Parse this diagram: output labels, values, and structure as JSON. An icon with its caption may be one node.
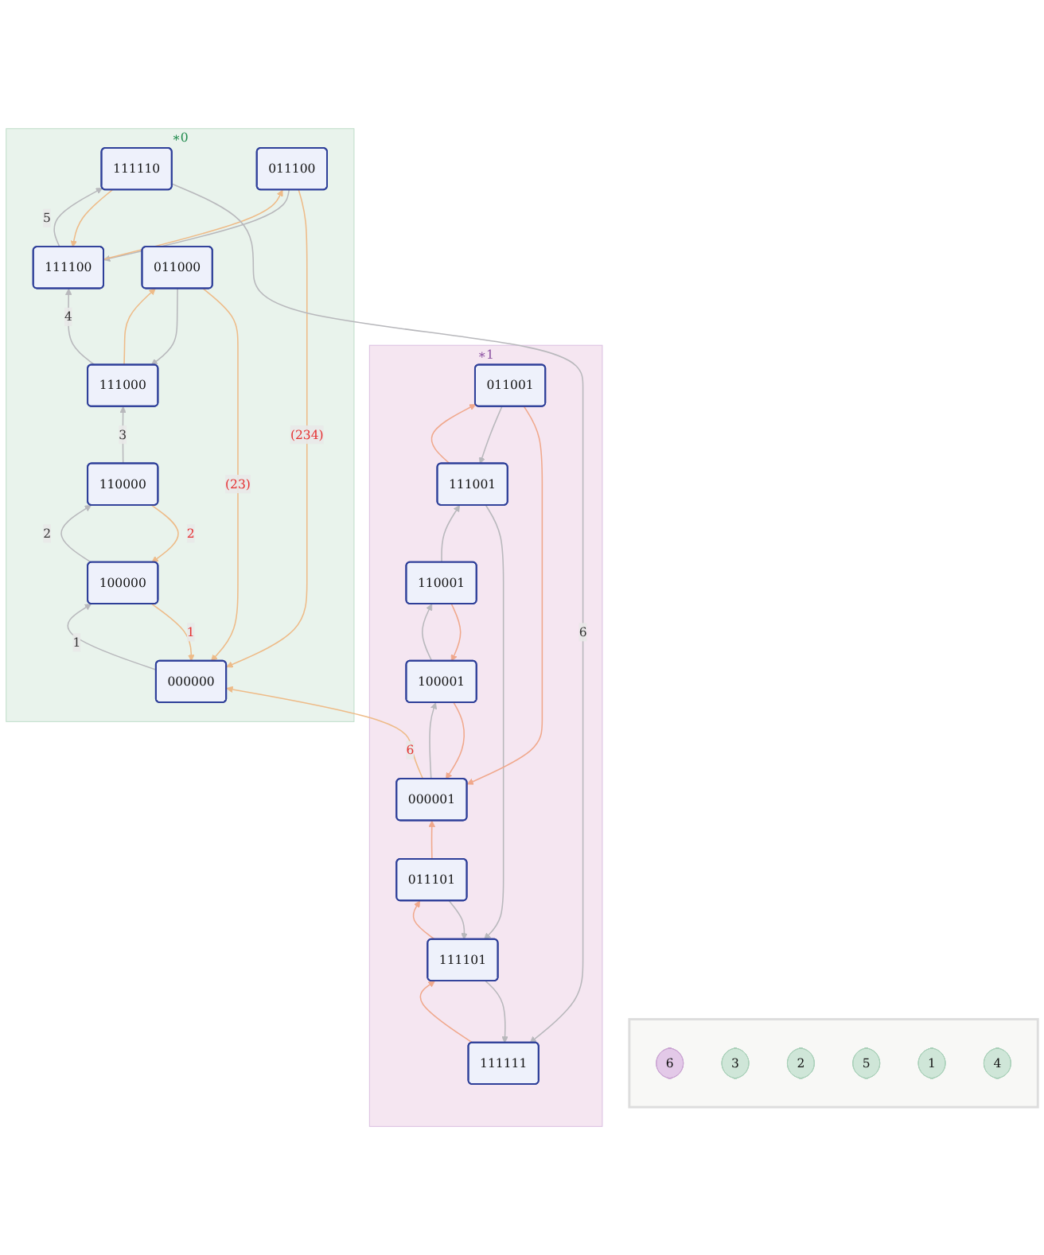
{
  "diagram": {
    "nodes": [
      {
        "text": [],
        "shape": "box"
      },
      {
        "text": [
          "6"
        ],
        "in": 0
      },
      {
        "text": [
          "3"
        ],
        "in": 0
      },
      {
        "text": [
          "2"
        ],
        "in": 0
      },
      {
        "text": [
          "5"
        ],
        "in": 0
      },
      {
        "text": [
          "1"
        ],
        "in": 0
      },
      {
        "text": [
          "4"
        ],
        "in": 0
      },
      {
        "text": [
          "∗1"
        ]
      },
      {
        "text": [
          "111111"
        ],
        "in": 7
      },
      {
        "text": [
          "111101"
        ],
        "in": 7
      },
      {
        "text": [
          "111001"
        ],
        "in": 7
      },
      {
        "text": [
          "011101"
        ],
        "in": 7
      },
      {
        "text": [
          "110001"
        ],
        "in": 7
      },
      {
        "text": [
          "011001"
        ],
        "in": 7
      },
      {
        "text": [
          "100001"
        ],
        "in": 7
      },
      {
        "text": [
          "000001"
        ],
        "in": 7
      },
      {
        "text": [
          "∗0"
        ]
      },
      {
        "text": [
          "111110"
        ],
        "in": 16
      },
      {
        "text": [
          "111100"
        ],
        "in": 16
      },
      {
        "text": [
          "111000"
        ],
        "in": 16
      },
      {
        "text": [
          "011100"
        ],
        "in": 16
      },
      {
        "text": [
          "110000"
        ],
        "in": 16
      },
      {
        "text": [
          "011000"
        ],
        "in": 16
      },
      {
        "text": [
          "100000"
        ],
        "in": 16
      },
      {
        "text": [
          "000000"
        ],
        "in": 16
      }
    ],
    "edges": [
      {
        "from": 24,
        "to": 23,
        "arrow": "to",
        "label": "1"
      },
      {
        "from": 23,
        "to": 21,
        "arrow": "to",
        "label": "2"
      },
      {
        "from": 21,
        "to": 19,
        "arrow": "to",
        "label": "3"
      },
      {
        "from": 22,
        "to": 19,
        "arrow": "to"
      },
      {
        "from": 19,
        "to": 18,
        "arrow": "to",
        "label": "4"
      },
      {
        "from": 20,
        "to": 18,
        "arrow": "to"
      },
      {
        "from": 18,
        "to": 17,
        "arrow": "to",
        "label": "5"
      },
      {
        "from": 23,
        "to": 24,
        "arrow": "to",
        "label": "1",
        "color": "#eebb88"
      },
      {
        "from": 21,
        "to": 23,
        "arrow": "to",
        "label": "2",
        "color": "#eebb88"
      },
      {
        "from": 19,
        "to": 22,
        "arrow": "to",
        "color": "#eebb88"
      },
      {
        "from": 22,
        "to": 24,
        "arrow": "to",
        "label": "(23)",
        "color": "#eebb88"
      },
      {
        "from": 18,
        "to": 20,
        "arrow": "to",
        "color": "#eebb88"
      },
      {
        "from": 20,
        "to": 24,
        "arrow": "to",
        "label": "(234)",
        "color": "#eebb88"
      },
      {
        "from": 17,
        "to": 18,
        "arrow": "to",
        "color": "#eebb88"
      },
      {
        "from": 17,
        "to": 8,
        "arrow": "to",
        "label": "6"
      },
      {
        "from": 15,
        "to": 24,
        "arrow": "to",
        "label": "6",
        "color": "#eebb88"
      },
      {
        "from": 15,
        "to": 14,
        "arrow": "to"
      },
      {
        "from": 14,
        "to": 12,
        "arrow": "to"
      },
      {
        "from": 12,
        "to": 10,
        "arrow": "to"
      },
      {
        "from": 13,
        "to": 10,
        "arrow": "to"
      },
      {
        "from": 10,
        "to": 9,
        "arrow": "to"
      },
      {
        "from": 11,
        "to": 9,
        "arrow": "to"
      },
      {
        "from": 9,
        "to": 8,
        "arrow": "to"
      },
      {
        "from": 8,
        "to": 9,
        "arrow": "to",
        "color": "#f0a88c"
      },
      {
        "from": 9,
        "to": 11,
        "arrow": "to",
        "color": "#f0a88c"
      },
      {
        "from": 11,
        "to": 15,
        "arrow": "to",
        "color": "#f0a88c"
      },
      {
        "from": 10,
        "to": 13,
        "arrow": "to",
        "color": "#f0a88c"
      },
      {
        "from": 13,
        "to": 15,
        "arrow": "to",
        "color": "#f0a88c"
      },
      {
        "from": 12,
        "to": 14,
        "arrow": "to",
        "color": "#f0a88c"
      },
      {
        "from": 14,
        "to": 15,
        "arrow": "to",
        "color": "#f0a88c"
      }
    ]
  }
}
